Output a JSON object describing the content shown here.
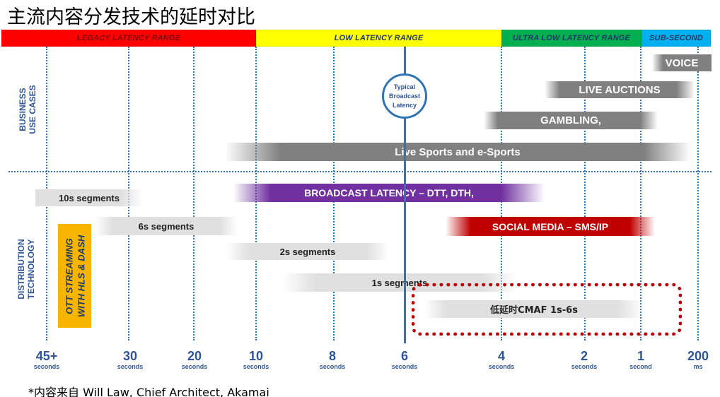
{
  "title": "主流内容分发技术的延时对比",
  "bands": [
    {
      "id": "legacy",
      "label": "LEGACY LATENCY RANGE",
      "color": "#ff0000",
      "text_color": "#7f0000"
    },
    {
      "id": "low",
      "label": "LOW LATENCY RANGE",
      "color": "#ffff00",
      "text_color": "#1f3864"
    },
    {
      "id": "ultra",
      "label": "ULTRA LOW LATENCY RANGE",
      "color": "#00b050",
      "text_color": "#1f3864"
    },
    {
      "id": "subsecond",
      "label": "SUB-SECOND",
      "color": "#00b0f0",
      "text_color": "#1f3864"
    }
  ],
  "side_labels": {
    "business": "BUSINESS\nUSE CASES",
    "distribution": "DISTRIBUTION\nTECHNOLOGY"
  },
  "center_marker": "Typical\nBroadcast\nLatency",
  "business_bars": [
    {
      "label": "VOICE",
      "color": "#808080"
    },
    {
      "label": "LIVE AUCTIONS",
      "color": "#808080"
    },
    {
      "label": "GAMBLING,",
      "color": "#808080"
    },
    {
      "label": "Live Sports and e-Sports",
      "color": "#808080"
    }
  ],
  "distribution_bars": [
    {
      "label": "10s segments",
      "color": "#e0e0e0"
    },
    {
      "label": "BROADCAST LATENCY – DTT, DTH,",
      "color": "#7030a0"
    },
    {
      "label": "6s segments",
      "color": "#e0e0e0"
    },
    {
      "label": "SOCIAL MEDIA – SMS/IP",
      "color": "#c00000"
    },
    {
      "label": "2s segments",
      "color": "#e0e0e0"
    },
    {
      "label": "1s segments",
      "color": "#e0e0e0"
    },
    {
      "label": "低延时CMAF 1s-6s",
      "color": "#e0e0e0"
    }
  ],
  "ott_box": "OTT STREAMING\nWITH HLS & DASH",
  "axis": [
    {
      "value": "45+",
      "unit": "seconds"
    },
    {
      "value": "30",
      "unit": "seconds"
    },
    {
      "value": "20",
      "unit": "seconds"
    },
    {
      "value": "10",
      "unit": "seconds"
    },
    {
      "value": "8",
      "unit": "seconds"
    },
    {
      "value": "6",
      "unit": "seconds"
    },
    {
      "value": "4",
      "unit": "seconds"
    },
    {
      "value": "2",
      "unit": "seconds"
    },
    {
      "value": "1",
      "unit": "second"
    },
    {
      "value": "200",
      "unit": "ms"
    }
  ],
  "footer": "*内容来自 Will Law, Chief Architect, Akamai"
}
